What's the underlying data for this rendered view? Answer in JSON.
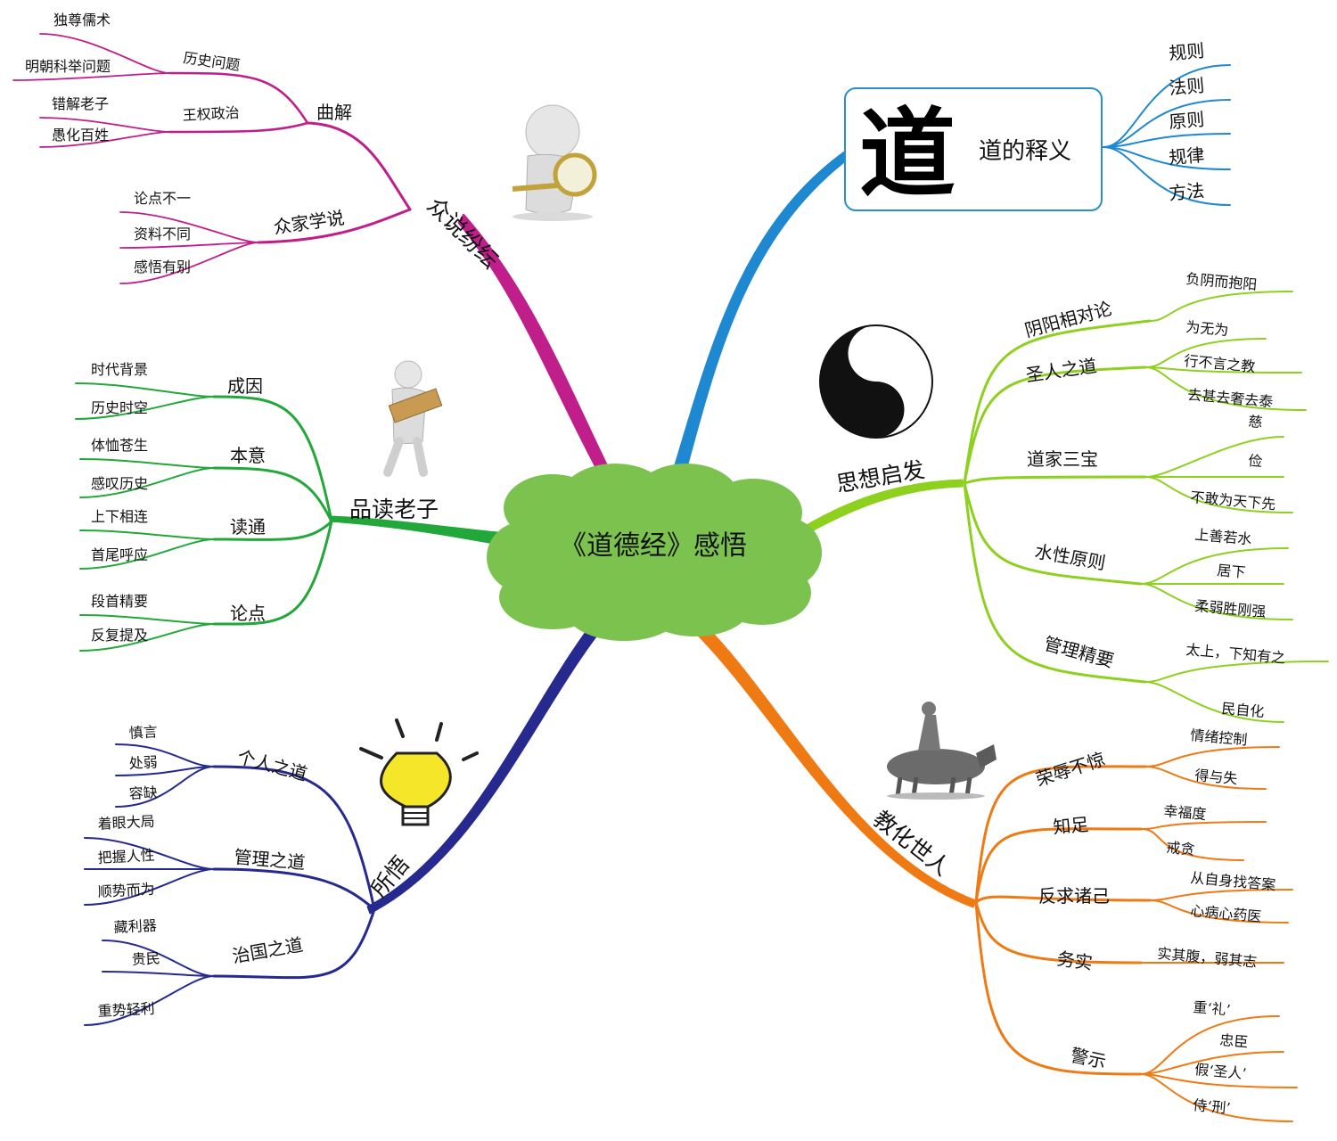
{
  "root": {
    "label": "《道德经》感悟",
    "color": "#7cc24f"
  },
  "branches": [
    {
      "id": "dao",
      "label": "道的释义",
      "glyph": "道",
      "color": "#1e88d0",
      "items": [
        "规则",
        "法则",
        "原则",
        "规律",
        "方法"
      ]
    },
    {
      "id": "sixiang",
      "label": "思想启发",
      "color": "#8ed01e",
      "groups": [
        {
          "label": "阴阳相对论",
          "items": [
            "负阴而抱阳"
          ]
        },
        {
          "label": "圣人之道",
          "items": [
            "为无为",
            "行不言之教",
            "去甚去奢去泰"
          ]
        },
        {
          "label": "道家三宝",
          "items": [
            "慈",
            "俭",
            "不敢为天下先"
          ]
        },
        {
          "label": "水性原则",
          "items": [
            "上善若水",
            "居下",
            "柔弱胜刚强"
          ]
        },
        {
          "label": "管理精要",
          "items": [
            "太上，下知有之",
            "民自化"
          ]
        }
      ]
    },
    {
      "id": "jiaohua",
      "label": "教化世人",
      "color": "#ef7a14",
      "groups": [
        {
          "label": "荣辱不惊",
          "items": [
            "情绪控制",
            "得与失"
          ]
        },
        {
          "label": "知足",
          "items": [
            "幸福度",
            "戒贪"
          ]
        },
        {
          "label": "反求诸己",
          "items": [
            "从自身找答案",
            "心病心药医"
          ]
        },
        {
          "label": "务实",
          "items": [
            "实其腹，弱其志"
          ]
        },
        {
          "label": "警示",
          "items": [
            "重‘礼’",
            "忠臣",
            "假‘圣人’",
            "侍‘刑’"
          ]
        }
      ]
    },
    {
      "id": "suowu",
      "label": "所悟",
      "color": "#262a8e",
      "groups": [
        {
          "label": "个人之道",
          "items": [
            "慎言",
            "处弱",
            "容缺"
          ]
        },
        {
          "label": "管理之道",
          "items": [
            "着眼大局",
            "把握人性",
            "顺势而为"
          ]
        },
        {
          "label": "治国之道",
          "items": [
            "藏利器",
            "贵民",
            "重势轻利"
          ]
        }
      ]
    },
    {
      "id": "pindu",
      "label": "品读老子",
      "color": "#22a83a",
      "groups": [
        {
          "label": "成因",
          "items": [
            "时代背景",
            "历史时空"
          ]
        },
        {
          "label": "本意",
          "items": [
            "体恤苍生",
            "感叹历史"
          ]
        },
        {
          "label": "读通",
          "items": [
            "上下相连",
            "首尾呼应"
          ]
        },
        {
          "label": "论点",
          "items": [
            "段首精要",
            "反复提及"
          ]
        }
      ]
    },
    {
      "id": "zhongshuo",
      "label": "众说纷纭",
      "color": "#c01e8a",
      "groups": [
        {
          "label": "曲解",
          "subgroups": [
            {
              "label": "历史问题",
              "items": [
                "独尊儒术",
                "明朝科举问题"
              ]
            },
            {
              "label": "王权政治",
              "items": [
                "错解老子",
                "愚化百姓"
              ]
            }
          ]
        },
        {
          "label": "众家学说",
          "items": [
            "论点不一",
            "资料不同",
            "感悟有别"
          ]
        }
      ]
    }
  ],
  "illustrations": [
    {
      "name": "magnifier-figure-icon"
    },
    {
      "name": "reading-figure-icon"
    },
    {
      "name": "lightbulb-icon"
    },
    {
      "name": "yin-yang-icon"
    },
    {
      "name": "ox-rider-icon"
    }
  ]
}
